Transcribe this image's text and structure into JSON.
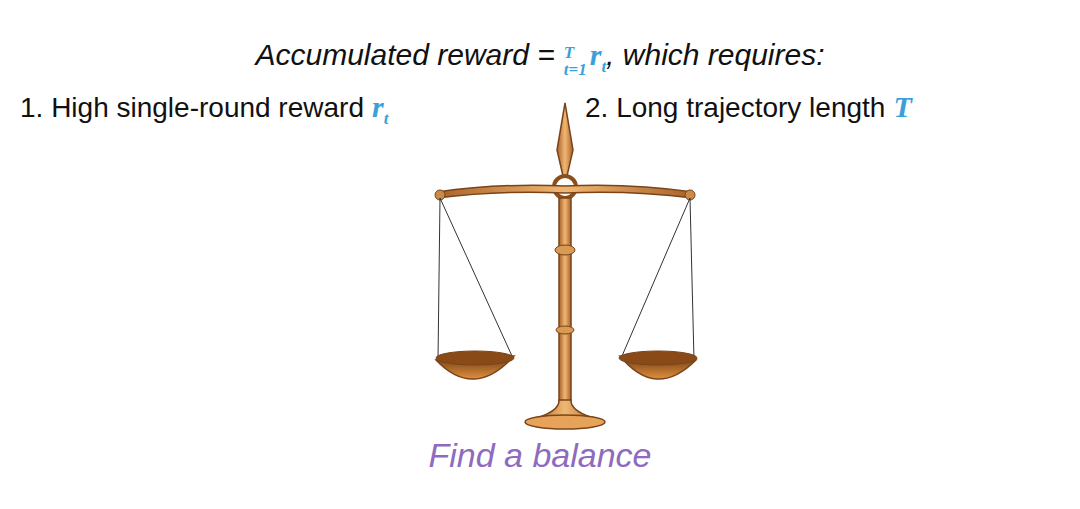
{
  "diagram": {
    "caption": "Find a balance",
    "labels": [
      "Accumulated reward =",
      "∑",
      "t=1",
      "T",
      "r",
      "t",
      ", which requires:",
      "1. High single-round reward",
      "r",
      "t",
      "2. Long trajectory length",
      "T"
    ]
  }
}
